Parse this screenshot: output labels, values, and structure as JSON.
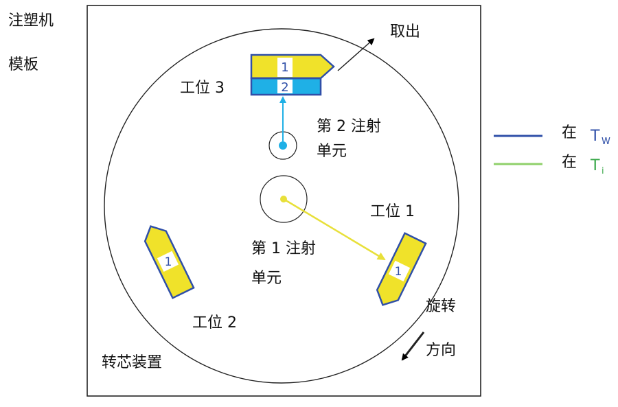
{
  "side_labels": [
    "注塑机",
    "模板"
  ],
  "labels": {
    "take_out": "取出",
    "station_3": "工位 3",
    "station_1": "工位 1",
    "station_2": "工位 2",
    "unit_2_line1": "第 2 注射",
    "unit_2_line2": "单元",
    "unit_1_line1": "第 1 注射",
    "unit_1_line2": "单元",
    "rotate_line1": "旋转",
    "rotate_line2": "方向",
    "core_device": "转芯装置"
  },
  "part_numbers": {
    "station_3_top": "1",
    "station_3_bottom": "2",
    "station_1": "1",
    "station_2": "1"
  },
  "legend": [
    {
      "prefix": "在",
      "symbol": "T",
      "subscript": "W",
      "color": "#2f4fa8"
    },
    {
      "prefix": "在",
      "symbol": "T",
      "subscript": "i",
      "color": "#3aa84a"
    }
  ],
  "colors": {
    "yellow": "#f0e22a",
    "cyan": "#1fb0e6",
    "blue_outline": "#2f4fa8",
    "green": "#8fd06a",
    "arrow_yellow": "#e8e03a"
  }
}
